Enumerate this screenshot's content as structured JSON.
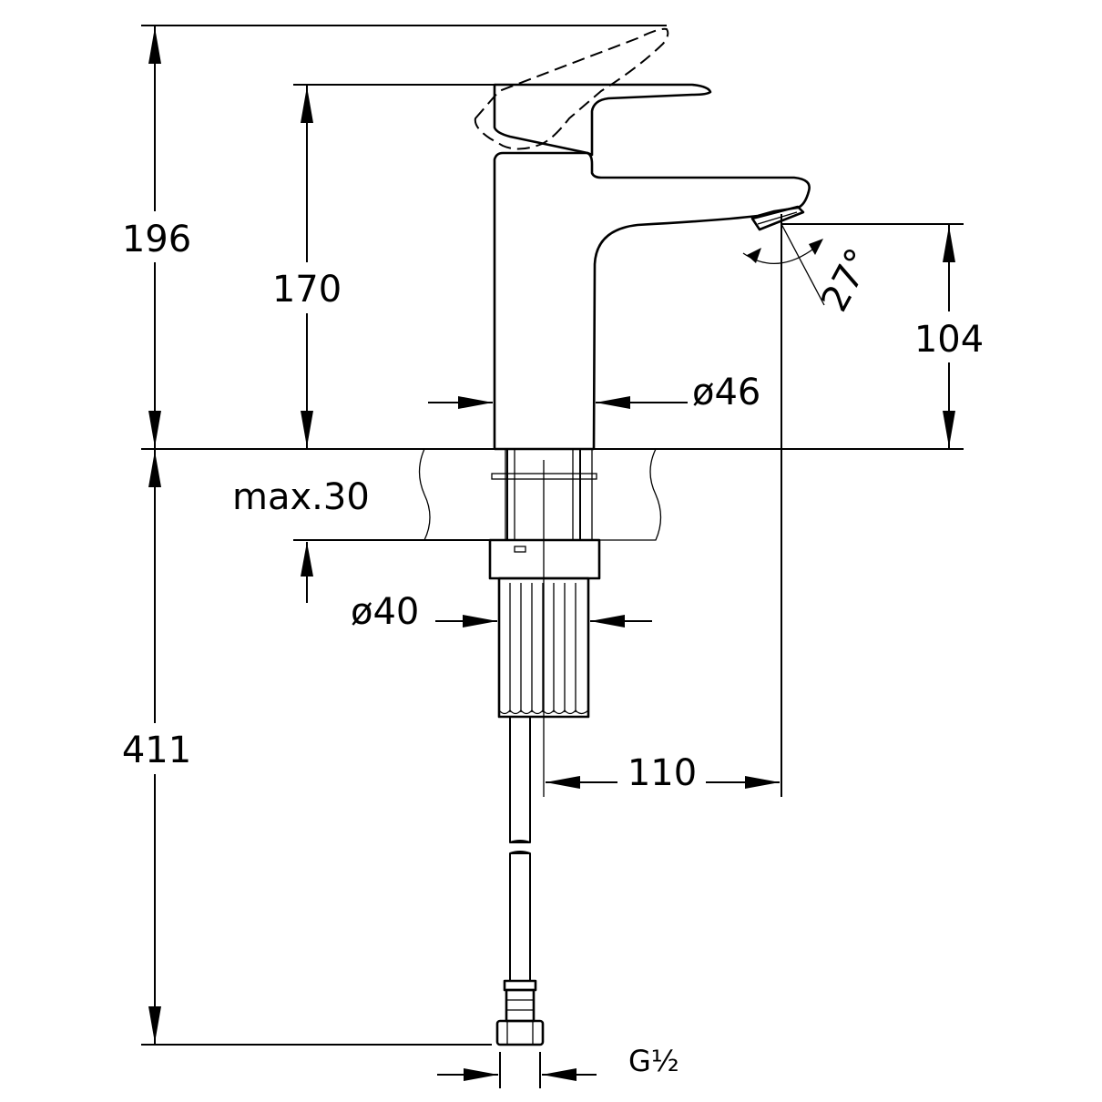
{
  "dimensions": {
    "overall_height_lever_open": "196",
    "body_height": "170",
    "spout_height": "104",
    "max_counter_thickness": "max.30",
    "body_diameter": "ø46",
    "shank_diameter": "ø40",
    "spout_reach": "110",
    "hose_length": "411",
    "spout_angle": "27°",
    "connection_thread": "G½"
  }
}
